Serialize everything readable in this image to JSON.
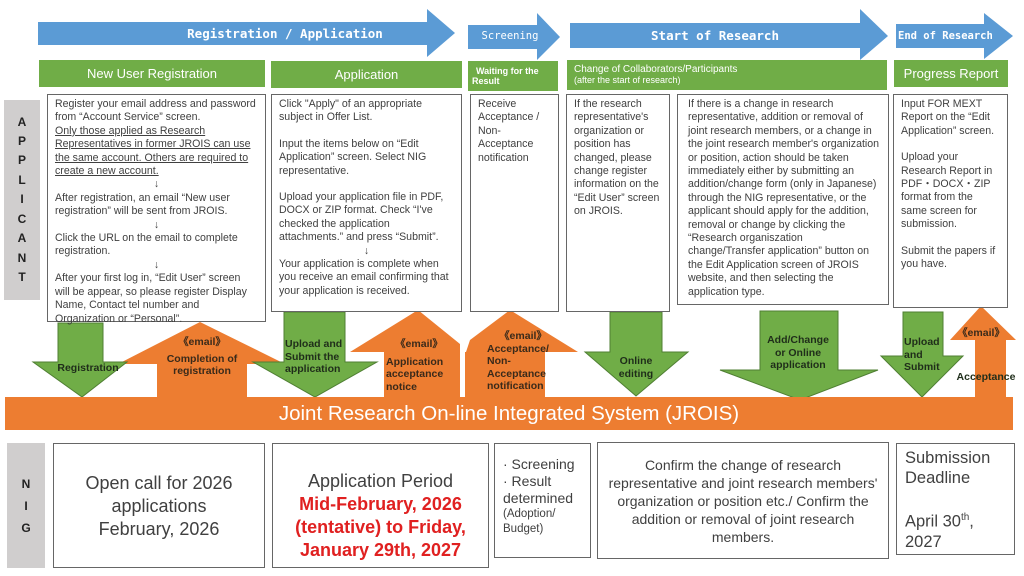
{
  "colors": {
    "phase_blue": "#5b9bd5",
    "stage_green": "#70ad47",
    "system_orange": "#ed7d31",
    "side_gray": "#d0cece",
    "deadline_red": "#e02020"
  },
  "phases": [
    {
      "label": "Registration / Application"
    },
    {
      "label": "Screening"
    },
    {
      "label": "Start of Research"
    },
    {
      "label": "End of Research"
    }
  ],
  "stages": {
    "new_user_registration": "New User Registration",
    "application": "Application",
    "waiting_line1": "Waiting for the",
    "waiting_line2": "Result",
    "change_line1": "Change of Collaborators/Participants",
    "change_line2": "(after the start of research)",
    "progress_report": "Progress Report"
  },
  "applicant_side_label": [
    "A",
    "P",
    "P",
    "L",
    "I",
    "C",
    "A",
    "N",
    "T"
  ],
  "nig_side_label": [
    "N",
    "I",
    "G"
  ],
  "applicant_boxes": {
    "registration": {
      "p1": "Register your email address and password from “Account Service” screen.",
      "p1_underlined": "Only those applied as Research Representatives in former JROIS can use the same account. Others are required to create a new account.",
      "down": "↓",
      "p2": "After registration, an email “New user registration” will be sent from JROIS.",
      "p3": "Click the URL on the email to complete registration.",
      "p4": "After your first log in, “Edit User” screen will be appear, so please register Display Name, Contact tel number and Organization or “Personal”."
    },
    "application": {
      "p1": "Click \"Apply\" of an appropriate subject in Offer List.",
      "p2": "Input the items below on “Edit Application” screen. Select NIG representative.",
      "p3": "Upload your application file in PDF, DOCX or ZIP format. Check “I've checked the application attachments.” and press “Submit”.",
      "down": "↓",
      "p4": "Your application is complete when you receive an email confirming that your application is received."
    },
    "waiting": {
      "p1": "Receive Acceptance / Non-Acceptance notification"
    },
    "edit_user": {
      "p1": "If the research representative's organization or position has changed, please change register information on the “Edit User” screen on JROIS."
    },
    "change_members": {
      "p1": "If there is a change in research representative, addition or removal of joint research members, or a change in the joint research member's organization or position, action should be taken immediately either by submitting an addition/change form (only in Japanese) through the NIG representative, or the applicant should apply for the addition, removal or change by clicking the “Research organiszation change/Transfer application” button on the Edit Application screen of JROIS website, and then selecting the application type."
    },
    "progress": {
      "p1": "Input FOR MEXT Report on the “Edit Application” screen.",
      "p2": "Upload your Research Report in PDF・DOCX・ZIP format from the same screen for submission.",
      "p3": "Submit the papers if you have."
    }
  },
  "flow_arrows": {
    "registration": "Registration",
    "email_tag": "《email》",
    "completion_line1": "Completion of",
    "completion_line2": "registration",
    "upload_line1": "Upload and",
    "upload_line2": "Submit the",
    "upload_line3": "application",
    "app_notice_line1": "Application",
    "app_notice_line2": "acceptance",
    "app_notice_line3": "notice",
    "accept_line1": "Acceptance/",
    "accept_line2": "Non-",
    "accept_line3": "Acceptance",
    "accept_line4": "notification",
    "online_line1": "Online",
    "online_line2": "editing",
    "add_line1": "Add/Change",
    "add_line2": "or Online",
    "add_line3": "application",
    "upsub_line1": "Upload",
    "upsub_line2": "and",
    "upsub_line3": "Submit",
    "acceptance": "Acceptance"
  },
  "system_name": "Joint Research On-line Integrated System (JROIS)",
  "nig_boxes": {
    "open_call_line1": "Open call for 2026",
    "open_call_line2": "applications",
    "open_call_line3": "February, 2026",
    "period_title": "Application Period",
    "period_line1": "Mid-February, 2026",
    "period_line2": "(tentative) to Friday,",
    "period_line3": "January 29th, 2027",
    "screening_line1": "· Screening",
    "screening_line2": "· Result",
    "screening_line3": "determined",
    "screening_line4": "(Adoption/",
    "screening_line5": "Budget)",
    "confirm_text": "Confirm the change of research representative and joint research members' organization or position etc./ Confirm the addition or removal of joint research members.",
    "deadline_line1": "Submission",
    "deadline_line2": "Deadline",
    "deadline_date": "April 30",
    "deadline_sup": "th",
    "deadline_comma": ",",
    "deadline_year": "2027"
  }
}
